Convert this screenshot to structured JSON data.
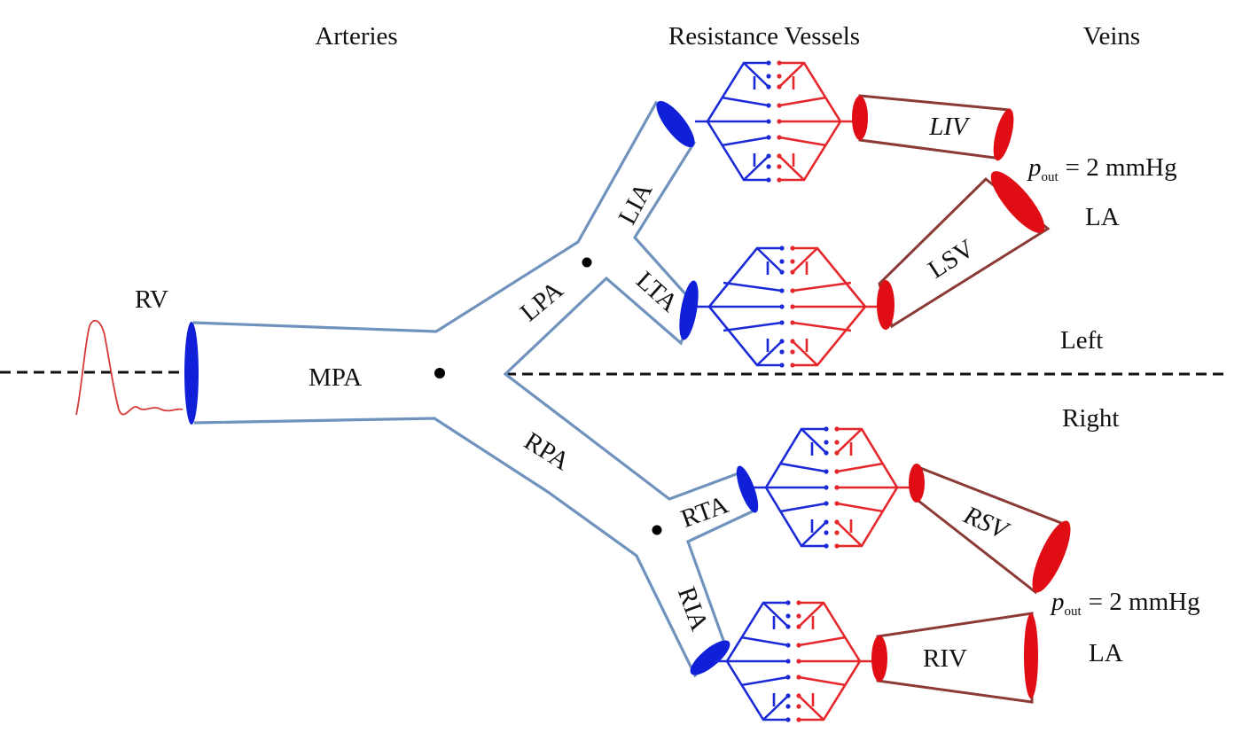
{
  "headers": {
    "arteries": "Arteries",
    "resistance": "Resistance Vessels",
    "veins": "Veins"
  },
  "segments": {
    "rv": "RV",
    "mpa": "MPA",
    "lpa": "LPA",
    "rpa": "RPA",
    "lia": "LIA",
    "lta": "LTA",
    "rta": "RTA",
    "ria": "RIA",
    "liv": "LIV",
    "lsv": "LSV",
    "rsv": "RSV",
    "riv": "RIV"
  },
  "outlets": {
    "top": {
      "symbol": "p",
      "sub": "out",
      "value": "= 2 mmHg",
      "atrium": "LA"
    },
    "bottom": {
      "symbol": "p",
      "sub": "out",
      "value": "= 2 mmHg",
      "atrium": "LA"
    }
  },
  "sides": {
    "left": "Left",
    "right": "Right"
  },
  "colors": {
    "artery_wall": "#6f93bd",
    "arterial_tree": "#1a2ad6",
    "venous_tree": "#e5262b",
    "vein_wall": "#8b3a36",
    "inflow_wave": "#d63a3a"
  }
}
